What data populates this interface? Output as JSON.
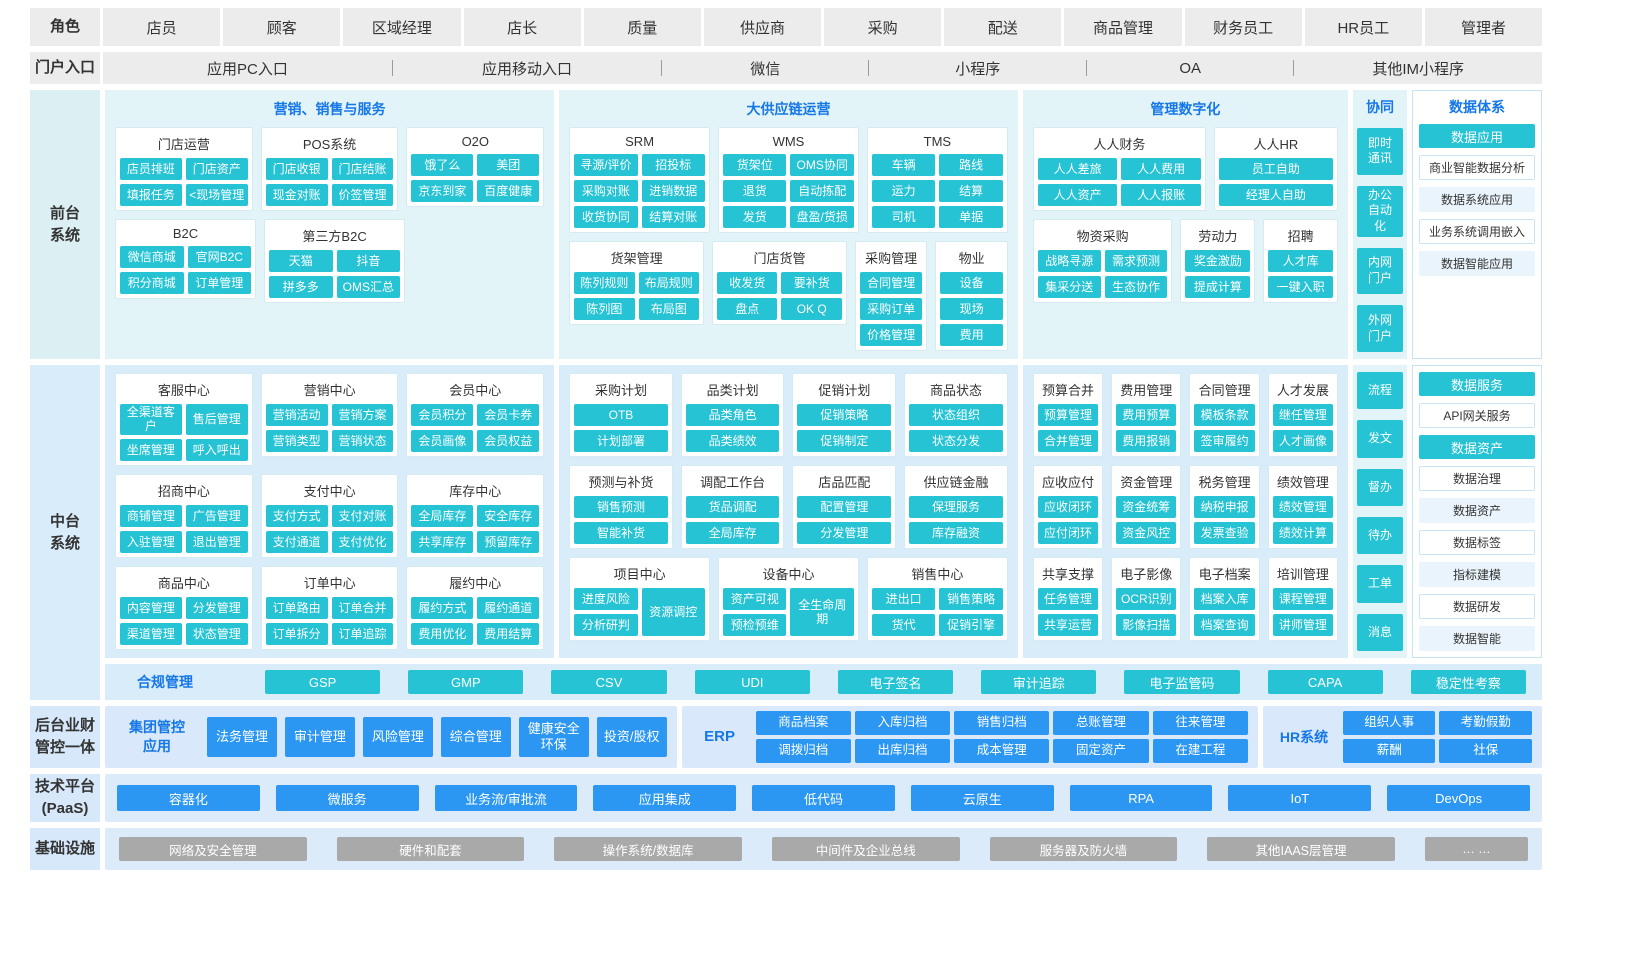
{
  "colors": {
    "cyan_button": "#25C3D4",
    "blue_button": "#2B97F3",
    "header_text_blue": "#1677E8",
    "gray_button": "#A9A9A9",
    "front_panel_bg": "#E3F4F8",
    "mid_panel_bg": "#D9ECFA",
    "band_label_bg": "#D6E8FA",
    "role_bar_bg": "#ECECEC"
  },
  "roles": {
    "label": "角色",
    "items": [
      "店员",
      "顾客",
      "区域经理",
      "店长",
      "质量",
      "供应商",
      "采购",
      "配送",
      "商品管理",
      "财务员工",
      "HR员工",
      "管理者"
    ]
  },
  "portals": {
    "label": "门户入口",
    "items": [
      "应用PC入口",
      "应用移动入口",
      "微信",
      "小程序",
      "OA",
      "其他IM小程序"
    ]
  },
  "frontend": {
    "label": "前台\n系统",
    "panels": [
      {
        "title": "营销、销售与服务",
        "rows": [
          [
            {
              "title": "门店运营",
              "cols": 2,
              "buttons": [
                "店员排班",
                "门店资产",
                "填报任务",
                "<现场管理"
              ]
            },
            {
              "title": "POS系统",
              "cols": 2,
              "buttons": [
                "门店收银",
                "门店结账",
                "现金对账",
                "价签管理"
              ]
            },
            {
              "title": "O2O",
              "cols": 2,
              "buttons": [
                "饿了么",
                "美团",
                "京东到家",
                "百度健康"
              ]
            }
          ],
          [
            {
              "title": "B2C",
              "cols": 2,
              "buttons": [
                "微信商城",
                "官网B2C",
                "积分商城",
                "订单管理"
              ]
            },
            {
              "title": "第三方B2C",
              "cols": 2,
              "buttons": [
                "天猫",
                "抖音",
                "拼多多",
                "OMS汇总"
              ]
            },
            {
              "spacer": 2
            }
          ]
        ]
      },
      {
        "title": "大供应链运营",
        "rows": [
          [
            {
              "title": "SRM",
              "cols": 2,
              "buttons": [
                "寻源/评价",
                "招投标",
                "采购对账",
                "进销数据",
                "收货协同",
                "结算对账"
              ]
            },
            {
              "title": "WMS",
              "cols": 2,
              "buttons": [
                "货架位",
                "OMS协同",
                "退货",
                "自动拣配",
                "发货",
                "盘盈/货损"
              ]
            },
            {
              "title": "TMS",
              "cols": 2,
              "buttons": [
                "车辆",
                "路线",
                "运力",
                "结算",
                "司机",
                "单据"
              ]
            }
          ],
          [
            {
              "title": "货架管理",
              "cols": 2,
              "buttons": [
                "陈列规则",
                "布局规则",
                "陈列图",
                "布局图"
              ]
            },
            {
              "title": "门店货管",
              "cols": 2,
              "buttons": [
                "收发货",
                "要补货",
                "盘点",
                "OK Q"
              ]
            },
            {
              "title": "采购管理",
              "cols": 1,
              "buttons": [
                "合同管理",
                "采购订单",
                "价格管理"
              ]
            },
            {
              "title": "物业",
              "cols": 1,
              "buttons": [
                "设备",
                "现场",
                "费用"
              ]
            }
          ]
        ]
      },
      {
        "title": "管理数字化",
        "rows": [
          [
            {
              "title": "人人财务",
              "cols": 2,
              "buttons": [
                "人人差旅",
                "人人费用",
                "人人资产",
                "人人报账"
              ]
            },
            {
              "title": "人人HR",
              "cols": 1,
              "flex": 1.4,
              "buttons": [
                "员工自助",
                "经理人自助"
              ]
            }
          ],
          [
            {
              "title": "物资采购",
              "cols": 2,
              "buttons": [
                "战略寻源",
                "需求预测",
                "集采分送",
                "生态协作"
              ]
            },
            {
              "title": "劳动力",
              "cols": 1,
              "buttons": [
                "奖金激励",
                "提成计算"
              ]
            },
            {
              "title": "招聘",
              "cols": 1,
              "buttons": [
                "人才库",
                "一键入职"
              ]
            }
          ]
        ]
      }
    ],
    "collab": {
      "title": "协同",
      "items": [
        "即时通讯",
        "办公自动化",
        "内网门户",
        "外网门户"
      ]
    },
    "data_system": {
      "title": "数据体系",
      "header": "数据应用",
      "boxes": [
        "商业智能数据分析",
        "数据系统应用",
        "业务系统调用嵌入",
        "数据智能应用"
      ]
    }
  },
  "midplatform": {
    "label": "中台\n系统",
    "clusters": [
      {
        "rows": [
          [
            {
              "title": "客服中心",
              "cols": 2,
              "buttons": [
                "全渠道客户",
                "售后管理",
                "坐席管理",
                "呼入呼出"
              ]
            },
            {
              "title": "营销中心",
              "cols": 2,
              "buttons": [
                "营销活动",
                "营销方案",
                "营销类型",
                "营销状态"
              ]
            },
            {
              "title": "会员中心",
              "cols": 2,
              "buttons": [
                "会员积分",
                "会员卡券",
                "会员画像",
                "会员权益"
              ]
            }
          ],
          [
            {
              "title": "招商中心",
              "cols": 2,
              "buttons": [
                "商铺管理",
                "广告管理",
                "入驻管理",
                "退出管理"
              ]
            },
            {
              "title": "支付中心",
              "cols": 2,
              "buttons": [
                "支付方式",
                "支付对账",
                "支付通道",
                "支付优化"
              ]
            },
            {
              "title": "库存中心",
              "cols": 2,
              "buttons": [
                "全局库存",
                "安全库存",
                "共享库存",
                "预留库存"
              ]
            }
          ],
          [
            {
              "title": "商品中心",
              "cols": 2,
              "buttons": [
                "内容管理",
                "分发管理",
                "渠道管理",
                "状态管理"
              ]
            },
            {
              "title": "订单中心",
              "cols": 2,
              "buttons": [
                "订单路由",
                "订单合并",
                "订单拆分",
                "订单追踪"
              ]
            },
            {
              "title": "履约中心",
              "cols": 2,
              "buttons": [
                "履约方式",
                "履约通道",
                "费用优化",
                "费用结算"
              ]
            }
          ]
        ]
      },
      {
        "rows": [
          [
            {
              "title": "采购计划",
              "cols": 1,
              "buttons": [
                "OTB",
                "计划部署"
              ]
            },
            {
              "title": "品类计划",
              "cols": 1,
              "buttons": [
                "品类角色",
                "品类绩效"
              ]
            },
            {
              "title": "促销计划",
              "cols": 1,
              "buttons": [
                "促销策略",
                "促销制定"
              ]
            },
            {
              "title": "商品状态",
              "cols": 1,
              "buttons": [
                "状态组织",
                "状态分发"
              ]
            }
          ],
          [
            {
              "title": "预测与补货",
              "cols": 1,
              "buttons": [
                "销售预测",
                "智能补货"
              ]
            },
            {
              "title": "调配工作台",
              "cols": 1,
              "buttons": [
                "货品调配",
                "全局库存"
              ]
            },
            {
              "title": "店品匹配",
              "cols": 1,
              "buttons": [
                "配置管理",
                "分发管理"
              ]
            },
            {
              "title": "供应链金融",
              "cols": 1,
              "buttons": [
                "保理服务",
                "库存融资"
              ]
            }
          ],
          [
            {
              "title": "项目中心",
              "cols": 2,
              "layout": "2plus1",
              "buttons": [
                "进度风险",
                "分析研判",
                "资源调控"
              ]
            },
            {
              "title": "设备中心",
              "cols": 2,
              "layout": "2plus1",
              "buttons": [
                "资产可视",
                "预检预维",
                "全生命周期"
              ]
            },
            {
              "title": "销售中心",
              "cols": 2,
              "buttons": [
                "进出口",
                "销售策略",
                "货代",
                "促销引擎"
              ]
            }
          ]
        ]
      },
      {
        "rows": [
          [
            {
              "title": "预算合并",
              "cols": 1,
              "buttons": [
                "预算管理",
                "合并管理"
              ]
            },
            {
              "title": "费用管理",
              "cols": 1,
              "buttons": [
                "费用预算",
                "费用报销"
              ]
            },
            {
              "title": "合同管理",
              "cols": 1,
              "buttons": [
                "模板条款",
                "签审履约"
              ]
            },
            {
              "title": "人才发展",
              "cols": 1,
              "buttons": [
                "继任管理",
                "人才画像"
              ]
            }
          ],
          [
            {
              "title": "应收应付",
              "cols": 1,
              "buttons": [
                "应收闭环",
                "应付闭环"
              ]
            },
            {
              "title": "资金管理",
              "cols": 1,
              "buttons": [
                "资金统筹",
                "资金风控"
              ]
            },
            {
              "title": "税务管理",
              "cols": 1,
              "buttons": [
                "纳税申报",
                "发票查验"
              ]
            },
            {
              "title": "绩效管理",
              "cols": 1,
              "buttons": [
                "绩效管理",
                "绩效计算"
              ]
            }
          ],
          [
            {
              "title": "共享支撑",
              "cols": 1,
              "buttons": [
                "任务管理",
                "共享运营"
              ]
            },
            {
              "title": "电子影像",
              "cols": 1,
              "buttons": [
                "OCR识别",
                "影像扫描"
              ]
            },
            {
              "title": "电子档案",
              "cols": 1,
              "buttons": [
                "档案入库",
                "档案查询"
              ]
            },
            {
              "title": "培训管理",
              "cols": 1,
              "buttons": [
                "课程管理",
                "讲师管理"
              ]
            }
          ]
        ]
      }
    ],
    "side_items": [
      "流程",
      "发文",
      "督办",
      "待办",
      "工单",
      "消息"
    ],
    "data_col": {
      "sections": [
        {
          "header": "数据服务",
          "boxes": [
            "API网关服务"
          ]
        },
        {
          "header": "数据资产",
          "boxes": [
            "数据治理",
            "数据资产",
            "数据标签",
            "指标建模",
            "数据研发",
            "数据智能"
          ]
        }
      ]
    }
  },
  "compliance": {
    "label": "合规管理",
    "items": [
      "GSP",
      "GMP",
      "CSV",
      "UDI",
      "电子签名",
      "审计追踪",
      "电子监管码",
      "CAPA",
      "稳定性考察"
    ]
  },
  "backend": {
    "label": "后台业财\n管控一体",
    "group_control": {
      "title": "集团管控\n应用",
      "buttons": [
        "法务管理",
        "审计管理",
        "风险管理",
        "综合管理",
        "健康安全环保",
        "投资/股权"
      ]
    },
    "erp": {
      "title": "ERP",
      "buttons": [
        "商品档案",
        "入库归档",
        "销售归档",
        "总账管理",
        "往来管理",
        "调拨归档",
        "出库归档",
        "成本管理",
        "固定资产",
        "在建工程"
      ]
    },
    "hr": {
      "title": "HR系统",
      "buttons": [
        "组织人事",
        "考勤假勤",
        "薪酬",
        "社保"
      ]
    }
  },
  "paas": {
    "label": "技术平台\n(PaaS)",
    "items": [
      "容器化",
      "微服务",
      "业务流/审批流",
      "应用集成",
      "低代码",
      "云原生",
      "RPA",
      "IoT",
      "DevOps"
    ]
  },
  "infra": {
    "label": "基础设施",
    "items": [
      "网络及安全管理",
      "硬件和配套",
      "操作系统/数据库",
      "中间件及企业总线",
      "服务器及防火墙",
      "其他IAAS层管理",
      "… …"
    ]
  }
}
